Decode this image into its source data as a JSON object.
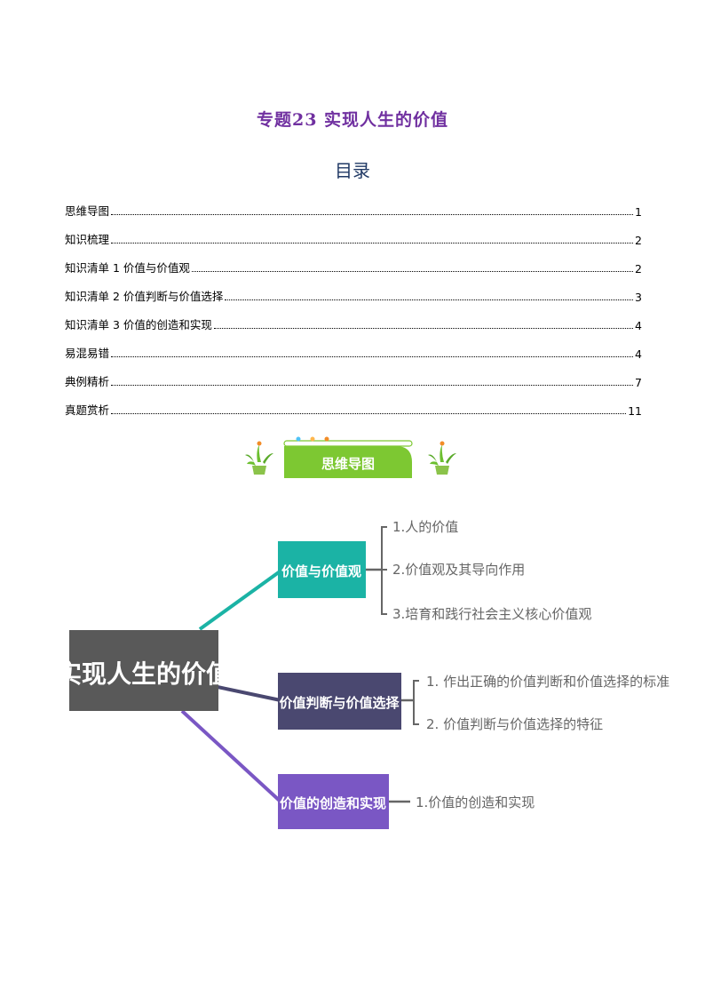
{
  "doc_title": "专题23 实现人生的价值",
  "toc": {
    "heading": "目录",
    "entries": [
      {
        "label": "思维导图",
        "page": "1"
      },
      {
        "label": "知识梳理",
        "page": "2"
      },
      {
        "label": "知识清单 1 价值与价值观",
        "page": "2"
      },
      {
        "label": "知识清单 2 价值判断与价值选择",
        "page": "3"
      },
      {
        "label": "知识清单 3 价值的创造和实现",
        "page": "4"
      },
      {
        "label": "易混易错",
        "page": "4"
      },
      {
        "label": "典例精析",
        "page": "7"
      },
      {
        "label": "真题赏析",
        "page": "11"
      }
    ]
  },
  "section_banner": {
    "label": "思维导图",
    "color": "#7dc832"
  },
  "mindmap": {
    "root": {
      "label": "实现人生的价值",
      "color": "#595959"
    },
    "branches": [
      {
        "label": "价值与价值观",
        "color": "#1bb3a5",
        "leaves": [
          "1.人的价值",
          "2.价值观及其导向作用",
          "3.培育和践行社会主义核心价值观"
        ]
      },
      {
        "label": "价值判断与价值选择",
        "color": "#4a4870",
        "leaves": [
          "1. 作出正确的价值判断和价值选择的标准",
          "2. 价值判断与价值选择的特征"
        ]
      },
      {
        "label": "价值的创造和实现",
        "color": "#7a57c4",
        "leaves": [
          "1.价值的创造和实现"
        ]
      }
    ]
  }
}
